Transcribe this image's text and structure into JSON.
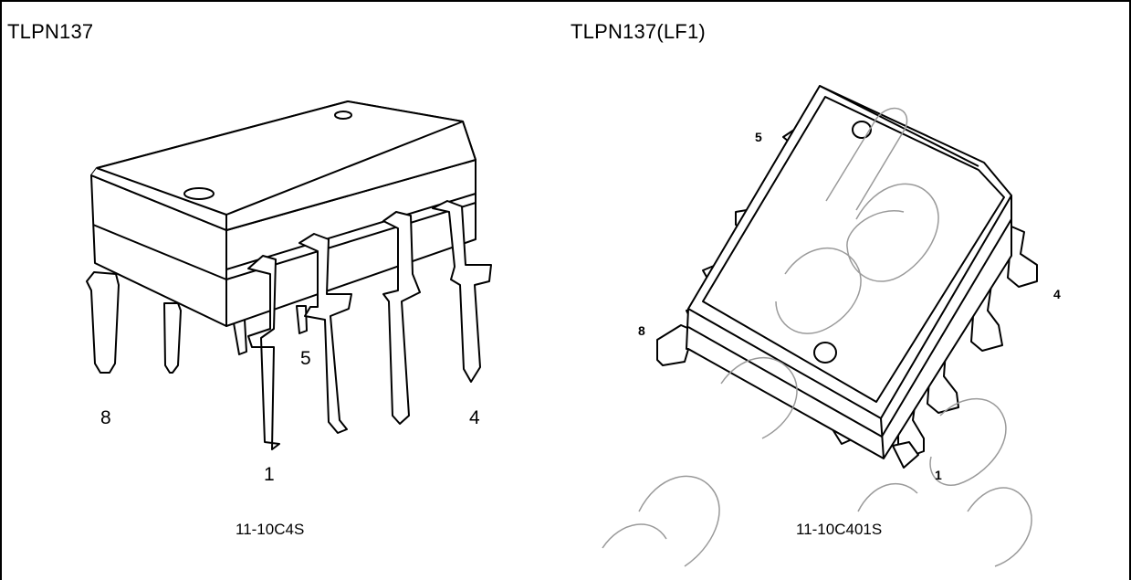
{
  "left_panel": {
    "title": "TLPN137",
    "pin_labels": {
      "p8": "8",
      "p1": "1",
      "p5": "5",
      "p4": "4"
    },
    "caption": "11-10C4S"
  },
  "right_panel": {
    "title": "TLPN137(LF1)",
    "pin_labels": {
      "p5": "5",
      "p4": "4",
      "p8": "8",
      "p1": "1"
    },
    "caption": "11-10C401S"
  }
}
